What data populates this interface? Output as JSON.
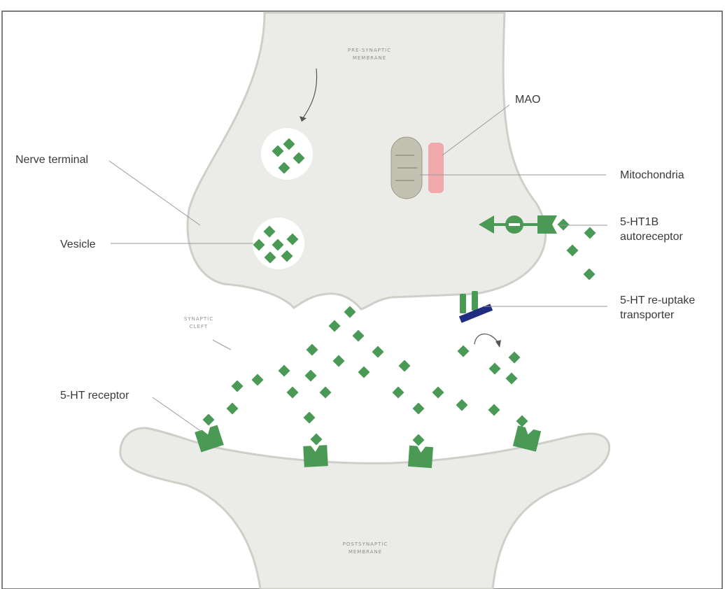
{
  "labels": {
    "presynaptic": [
      "PRE-SYNAPTIC",
      "MEMBRANE"
    ],
    "postsynaptic": [
      "POSTSYNAPTIC",
      "MEMBRANE"
    ],
    "synaptic_cleft": [
      "SYNAPTIC",
      "CLEFT"
    ],
    "mao": "MAO",
    "nerve_terminal": "Nerve terminal",
    "mitochondria": "Mitochondria",
    "vesicle": "Vesicle",
    "autoreceptor": [
      "5-HT1B",
      "autoreceptor"
    ],
    "transporter": [
      "5-HT re-uptake",
      "transporter"
    ],
    "receptor": "5-HT receptor"
  },
  "colors": {
    "membrane_fill": "#ebebe7",
    "membrane_stroke": "#cfcfca",
    "serotonin": "#4a9a55",
    "receptor": "#4a9a55",
    "transporter_base": "#1f2d80",
    "mao": "#f2a9ab",
    "mitochondria": "#c2c1b2",
    "vesicle": "#ffffff",
    "leader_line": "#9a9a9a",
    "frame": "#555555"
  }
}
